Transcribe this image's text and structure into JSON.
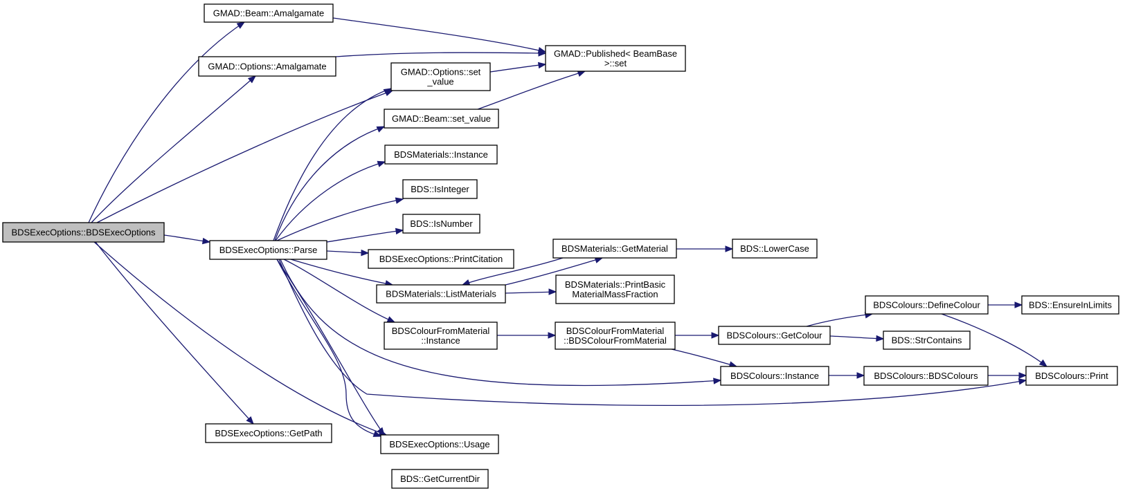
{
  "diagram": {
    "nodes": [
      {
        "id": "root",
        "lines": [
          "BDSExecOptions::BDSExecOptions"
        ],
        "root": true
      },
      {
        "id": "beam_amalgamate",
        "lines": [
          "GMAD::Beam::Amalgamate"
        ]
      },
      {
        "id": "options_amalgamate",
        "lines": [
          "GMAD::Options::Amalgamate"
        ]
      },
      {
        "id": "published_set",
        "lines": [
          "GMAD::Published< BeamBase",
          ">::set"
        ]
      },
      {
        "id": "options_set_value",
        "lines": [
          "GMAD::Options::set",
          "_value"
        ]
      },
      {
        "id": "beam_set_value",
        "lines": [
          "GMAD::Beam::set_value"
        ]
      },
      {
        "id": "materials_instance",
        "lines": [
          "BDSMaterials::Instance"
        ]
      },
      {
        "id": "is_integer",
        "lines": [
          "BDS::IsInteger"
        ]
      },
      {
        "id": "is_number",
        "lines": [
          "BDS::IsNumber"
        ]
      },
      {
        "id": "parse",
        "lines": [
          "BDSExecOptions::Parse"
        ]
      },
      {
        "id": "print_citation",
        "lines": [
          "BDSExecOptions::PrintCitation"
        ]
      },
      {
        "id": "get_material",
        "lines": [
          "BDSMaterials::GetMaterial"
        ]
      },
      {
        "id": "lower_case",
        "lines": [
          "BDS::LowerCase"
        ]
      },
      {
        "id": "list_materials",
        "lines": [
          "BDSMaterials::ListMaterials"
        ]
      },
      {
        "id": "print_basic",
        "lines": [
          "BDSMaterials::PrintBasic",
          "MaterialMassFraction"
        ]
      },
      {
        "id": "colour_from_material_instance",
        "lines": [
          "BDSColourFromMaterial",
          "::Instance"
        ]
      },
      {
        "id": "colour_from_material_ctor",
        "lines": [
          "BDSColourFromMaterial",
          "::BDSColourFromMaterial"
        ]
      },
      {
        "id": "define_colour",
        "lines": [
          "BDSColours::DefineColour"
        ]
      },
      {
        "id": "ensure_in_limits",
        "lines": [
          "BDS::EnsureInLimits"
        ]
      },
      {
        "id": "get_colour",
        "lines": [
          "BDSColours::GetColour"
        ]
      },
      {
        "id": "str_contains",
        "lines": [
          "BDS::StrContains"
        ]
      },
      {
        "id": "colours_instance",
        "lines": [
          "BDSColours::Instance"
        ]
      },
      {
        "id": "colours_ctor",
        "lines": [
          "BDSColours::BDSColours"
        ]
      },
      {
        "id": "colours_print",
        "lines": [
          "BDSColours::Print"
        ]
      },
      {
        "id": "get_path",
        "lines": [
          "BDSExecOptions::GetPath"
        ]
      },
      {
        "id": "usage",
        "lines": [
          "BDSExecOptions::Usage"
        ]
      },
      {
        "id": "get_current_dir",
        "lines": [
          "BDS::GetCurrentDir"
        ]
      }
    ],
    "edges": [
      {
        "from": "root",
        "to": "beam_amalgamate"
      },
      {
        "from": "root",
        "to": "options_amalgamate"
      },
      {
        "from": "root",
        "to": "options_set_value"
      },
      {
        "from": "root",
        "to": "parse"
      },
      {
        "from": "root",
        "to": "get_path"
      },
      {
        "from": "root",
        "to": "usage"
      },
      {
        "from": "beam_amalgamate",
        "to": "published_set"
      },
      {
        "from": "options_amalgamate",
        "to": "published_set"
      },
      {
        "from": "options_set_value",
        "to": "published_set"
      },
      {
        "from": "beam_set_value",
        "to": "published_set"
      },
      {
        "from": "parse",
        "to": "options_set_value"
      },
      {
        "from": "parse",
        "to": "beam_set_value"
      },
      {
        "from": "parse",
        "to": "materials_instance"
      },
      {
        "from": "parse",
        "to": "is_integer"
      },
      {
        "from": "parse",
        "to": "is_number"
      },
      {
        "from": "parse",
        "to": "print_citation"
      },
      {
        "from": "parse",
        "to": "list_materials"
      },
      {
        "from": "parse",
        "to": "colour_from_material_instance"
      },
      {
        "from": "parse",
        "to": "colours_instance"
      },
      {
        "from": "parse",
        "to": "colours_print"
      },
      {
        "from": "parse",
        "to": "usage"
      },
      {
        "from": "get_material",
        "to": "list_materials"
      },
      {
        "from": "list_materials",
        "to": "get_material"
      },
      {
        "from": "list_materials",
        "to": "print_basic"
      },
      {
        "from": "get_material",
        "to": "lower_case"
      },
      {
        "from": "colour_from_material_instance",
        "to": "colour_from_material_ctor"
      },
      {
        "from": "colour_from_material_ctor",
        "to": "get_colour"
      },
      {
        "from": "colour_from_material_ctor",
        "to": "colours_instance"
      },
      {
        "from": "get_colour",
        "to": "define_colour"
      },
      {
        "from": "get_colour",
        "to": "str_contains"
      },
      {
        "from": "define_colour",
        "to": "ensure_in_limits"
      },
      {
        "from": "define_colour",
        "to": "colours_print"
      },
      {
        "from": "colours_instance",
        "to": "colours_ctor"
      },
      {
        "from": "colours_ctor",
        "to": "colours_print"
      },
      {
        "from": "get_path",
        "to": "get_current_dir"
      }
    ]
  }
}
